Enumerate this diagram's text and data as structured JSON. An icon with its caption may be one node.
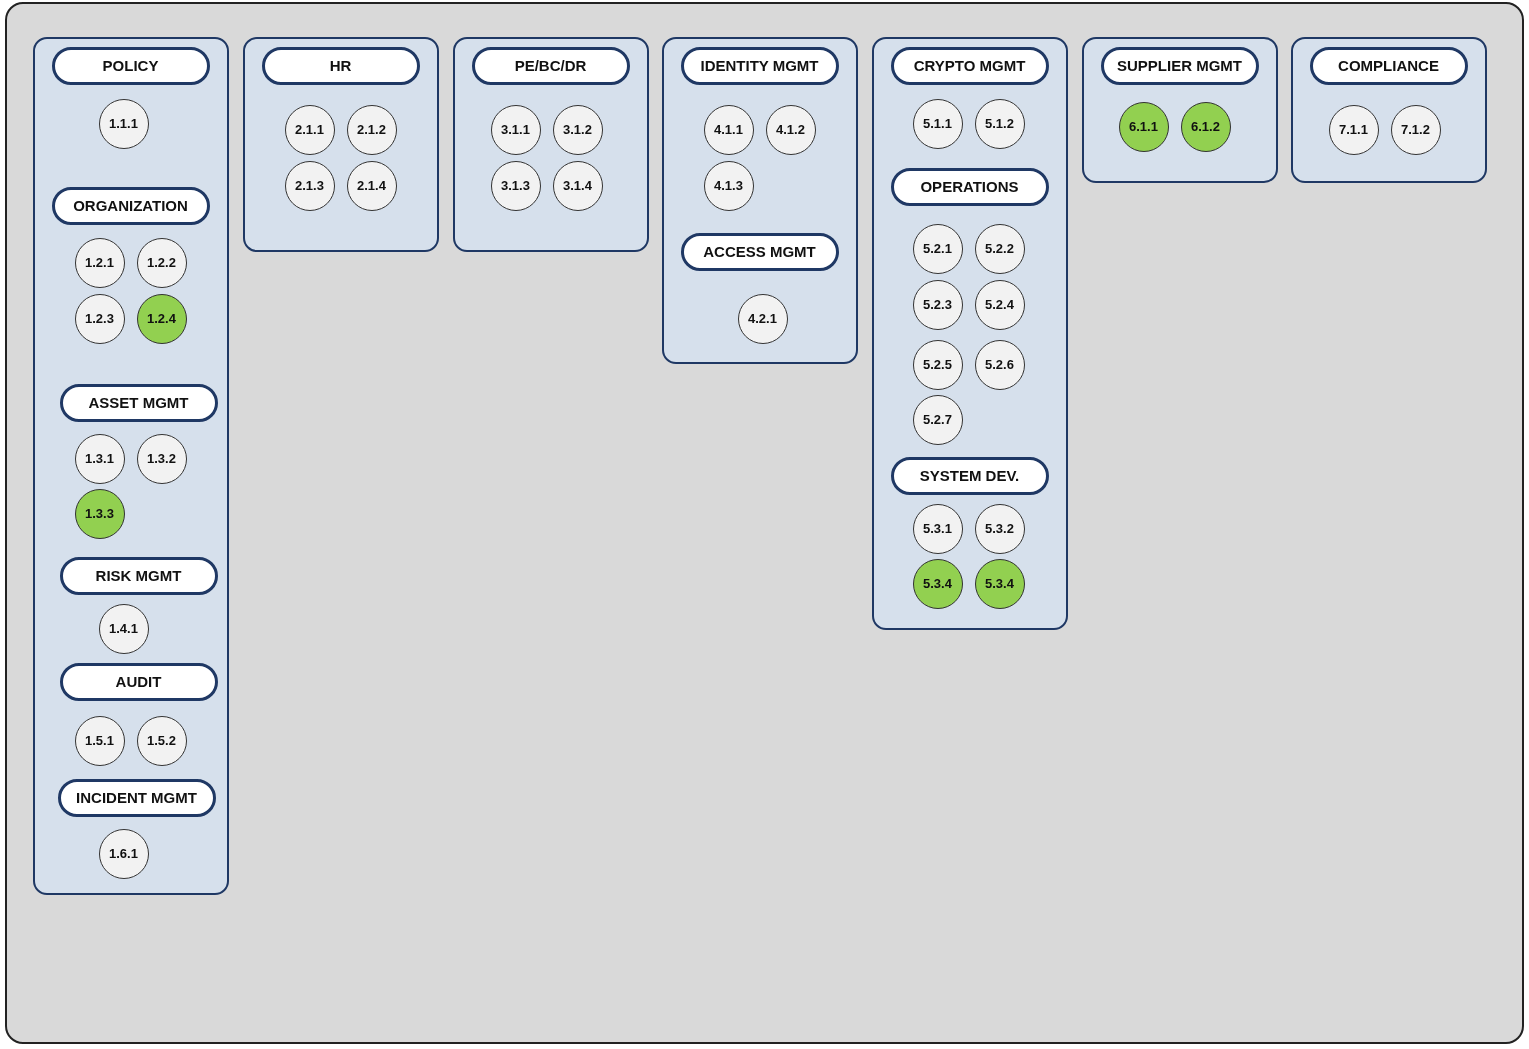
{
  "diagram": {
    "nodes": [
      {
        "text": [],
        "shape": "box"
      },
      {
        "text": [
          "POLICY"
        ],
        "in": 0
      },
      {
        "text": [
          "1.1.1"
        ],
        "in": 0
      },
      {
        "text": [
          "ORGANIZATION"
        ],
        "in": 0
      },
      {
        "text": [
          "1.2.1"
        ],
        "in": 0
      },
      {
        "text": [
          "1.2.2"
        ],
        "in": 0
      },
      {
        "text": [
          "1.2.3"
        ],
        "in": 0
      },
      {
        "text": [
          "1.2.4"
        ],
        "in": 0
      },
      {
        "text": [
          "ASSET MGMT"
        ],
        "in": 0
      },
      {
        "text": [
          "1.3.1"
        ],
        "in": 0
      },
      {
        "text": [
          "1.3.2"
        ],
        "in": 0
      },
      {
        "text": [
          "1.3.3"
        ],
        "in": 0
      },
      {
        "text": [
          "RISK MGMT"
        ],
        "in": 0
      },
      {
        "text": [
          "1.4.1"
        ],
        "in": 0
      },
      {
        "text": [
          "AUDIT"
        ],
        "in": 0
      },
      {
        "text": [
          "1.5.1"
        ],
        "in": 0
      },
      {
        "text": [
          "1.5.2"
        ],
        "in": 0
      },
      {
        "text": [
          "INCIDENT MGMT"
        ],
        "in": 0
      },
      {
        "text": [
          "1.6.1"
        ],
        "in": 0
      },
      {
        "text": [],
        "shape": "box"
      },
      {
        "text": [
          "HR"
        ],
        "in": 19
      },
      {
        "text": [
          "2.1.1"
        ],
        "in": 19
      },
      {
        "text": [
          "2.1.2"
        ],
        "in": 19
      },
      {
        "text": [
          "2.1.3"
        ],
        "in": 19
      },
      {
        "text": [
          "2.1.4"
        ],
        "in": 19
      },
      {
        "text": [],
        "shape": "box"
      },
      {
        "text": [
          "PE/BC/DR"
        ],
        "in": 25
      },
      {
        "text": [
          "3.1.1"
        ],
        "in": 25
      },
      {
        "text": [
          "3.1.2"
        ],
        "in": 25
      },
      {
        "text": [
          "3.1.3"
        ],
        "in": 25
      },
      {
        "text": [
          "3.1.4"
        ],
        "in": 25
      },
      {
        "text": [],
        "shape": "box"
      },
      {
        "text": [
          "IDENTITY MGMT"
        ],
        "in": 31
      },
      {
        "text": [
          "4.1.1"
        ],
        "in": 31
      },
      {
        "text": [
          "4.1.2"
        ],
        "in": 31
      },
      {
        "text": [
          "4.1.3"
        ],
        "in": 31
      },
      {
        "text": [
          "ACCESS MGMT"
        ],
        "in": 31
      },
      {
        "text": [
          "4.2.1"
        ],
        "in": 31
      },
      {
        "text": [],
        "shape": "box"
      },
      {
        "text": [
          "CRYPTO MGMT"
        ],
        "in": 38
      },
      {
        "text": [
          "5.1.1"
        ],
        "in": 38
      },
      {
        "text": [
          "5.1.2"
        ],
        "in": 38
      },
      {
        "text": [
          "OPERATIONS"
        ],
        "in": 38
      },
      {
        "text": [
          "5.2.1"
        ],
        "in": 38
      },
      {
        "text": [
          "5.2.2"
        ],
        "in": 38
      },
      {
        "text": [
          "5.2.3"
        ],
        "in": 38
      },
      {
        "text": [
          "5.2.4"
        ],
        "in": 38
      },
      {
        "text": [
          "5.2.5"
        ],
        "in": 38
      },
      {
        "text": [
          "5.2.6"
        ],
        "in": 38
      },
      {
        "text": [
          "5.2.7"
        ],
        "in": 38
      },
      {
        "text": [
          "SYSTEM DEV."
        ],
        "in": 38
      },
      {
        "text": [
          "5.3.1"
        ],
        "in": 38
      },
      {
        "text": [
          "5.3.2"
        ],
        "in": 38
      },
      {
        "text": [
          "5.3.4"
        ],
        "in": 38
      },
      {
        "text": [
          "5.3.4"
        ],
        "in": 38
      },
      {
        "text": [],
        "shape": "box"
      },
      {
        "text": [
          "SUPPLIER MGMT"
        ],
        "in": 55
      },
      {
        "text": [
          "6.1.1"
        ],
        "in": 55
      },
      {
        "text": [
          "6.1.2"
        ],
        "in": 55
      },
      {
        "text": [],
        "shape": "box"
      },
      {
        "text": [
          "COMPLIANCE"
        ],
        "in": 59
      },
      {
        "text": [
          "7.1.1"
        ],
        "in": 59
      },
      {
        "text": [
          "7.1.2"
        ],
        "in": 59
      }
    ]
  }
}
